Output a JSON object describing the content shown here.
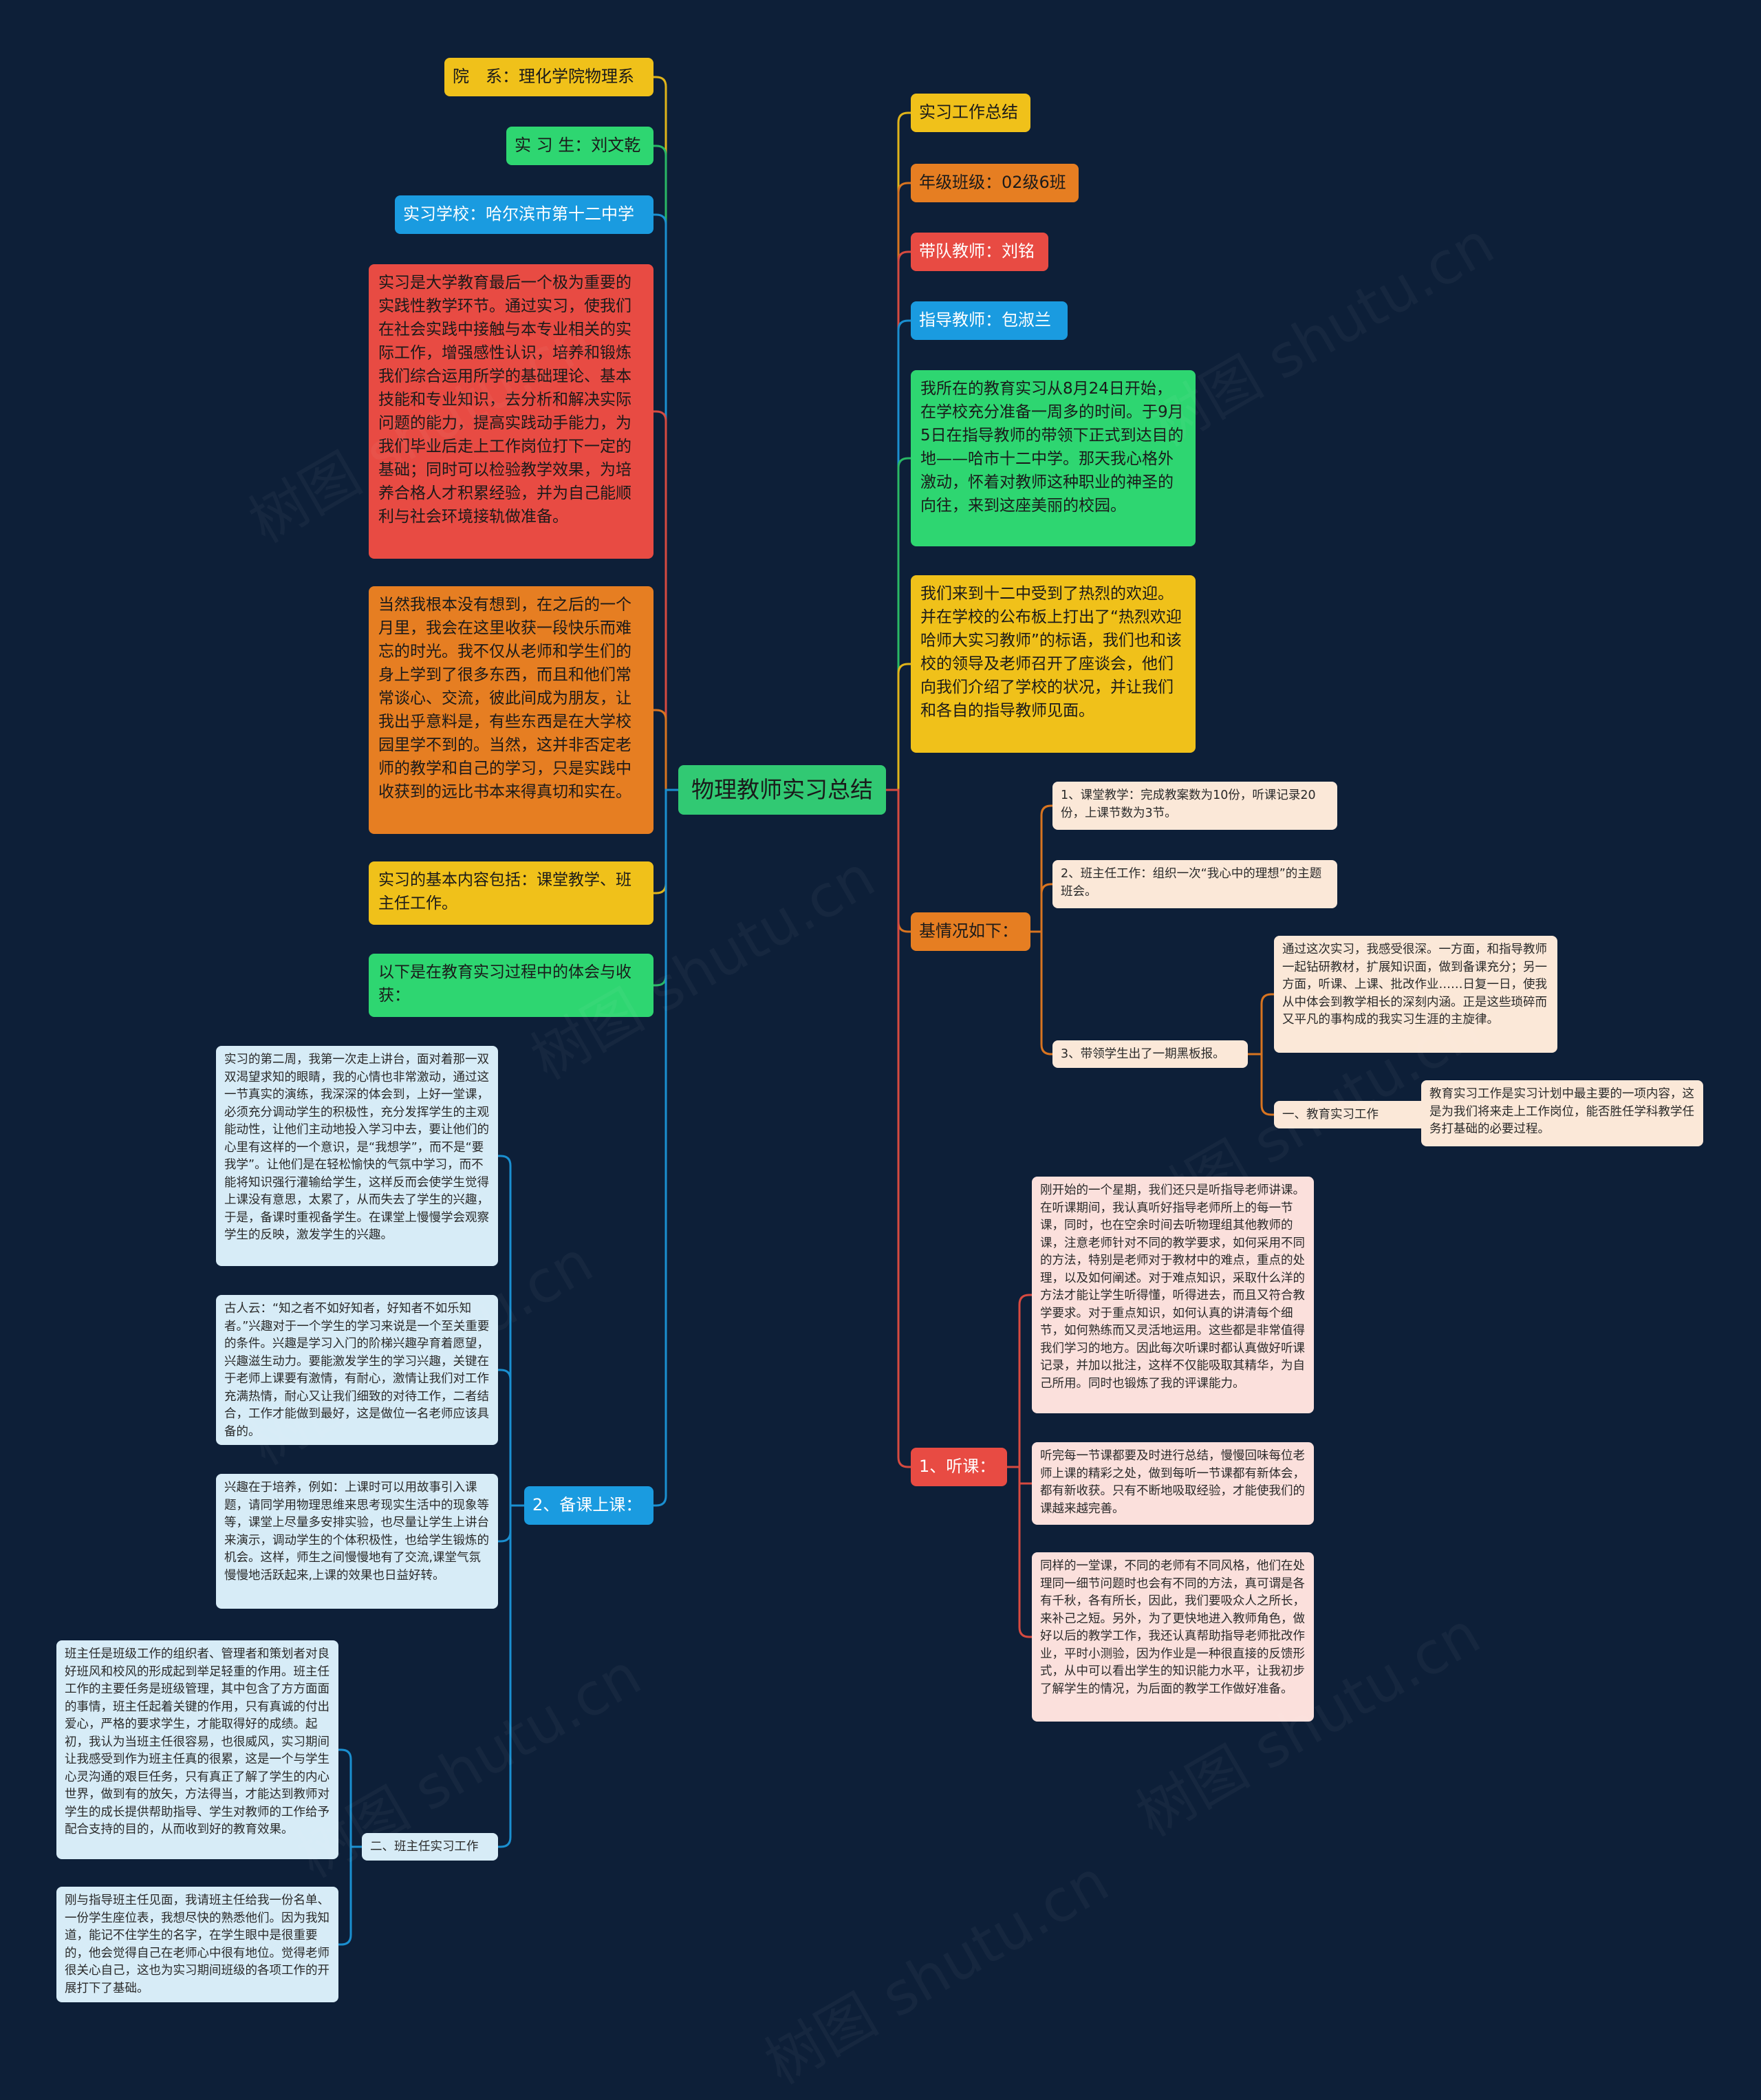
{
  "colors": {
    "background": "#0d1f38",
    "yellow": "#f0c11a",
    "green": "#2ed671",
    "blue": "#1a9be0",
    "red": "#e84b43",
    "orange": "#e67e22",
    "cream": "#fbe8d8",
    "pink": "#fbe0dc",
    "lightblue": "#d7ecf7",
    "root": "#31c973"
  },
  "root": {
    "label": "物理教师实习总结"
  },
  "left": [
    {
      "text": "院　系：理化学院物理系"
    },
    {
      "text": "实 习 生：刘文乾"
    },
    {
      "text": "实习学校：哈尔滨市第十二中学"
    },
    {
      "text": "实习是大学教育最后一个极为重要的实践性教学环节。通过实习，使我们在社会实践中接触与本专业相关的实际工作，增强感性认识，培养和锻炼我们综合运用所学的基础理论、基本技能和专业知识，去分析和解决实际问题的能力，提高实践动手能力，为我们毕业后走上工作岗位打下一定的基础；同时可以检验教学效果，为培养合格人才积累经验，并为自己能顺利与社会环境接轨做准备。"
    },
    {
      "text": "当然我根本没有想到，在之后的一个月里，我会在这里收获一段快乐而难忘的时光。我不仅从老师和学生们的身上学到了很多东西，而且和他们常常谈心、交流，彼此间成为朋友，让我出乎意料是，有些东西是在大学校园里学不到的。当然，这并非否定老师的教学和自己的学习，只是实践中收获到的远比书本来得真切和实在。"
    },
    {
      "text": "实习的基本内容包括：课堂教学、班主任工作。"
    },
    {
      "text": "以下是在教育实习过程中的体会与收获："
    },
    {
      "text": "2、备课上课："
    },
    {
      "text": "实习的第二周，我第一次走上讲台，面对着那一双双渴望求知的眼睛，我的心情也非常激动，通过这一节真实的演练，我深深的体会到，上好一堂课，必须充分调动学生的积极性，充分发挥学生的主观能动性，让他们主动地投入学习中去，要让他们的心里有这样的一个意识，是“我想学”，而不是“要我学”。让他们是在轻松愉快的气氛中学习，而不能将知识强行灌输给学生，这样反而会使学生觉得上课没有意思，太累了，从而失去了学生的兴趣，于是，备课时重视备学生。在课堂上慢慢学会观察学生的反映，激发学生的兴趣。"
    },
    {
      "text": "古人云：“知之者不如好知者，好知者不如乐知者。”兴趣对于一个学生的学习来说是一个至关重要的条件。兴趣是学习入门的阶梯兴趣孕育着愿望，兴趣滋生动力。要能激发学生的学习兴趣，关键在于老师上课要有激情，有耐心，激情让我们对工作充满热情，耐心又让我们细致的对待工作，二者结合，工作才能做到最好，这是做位一名老师应该具备的。"
    },
    {
      "text": "兴趣在于培养，例如：上课时可以用故事引入课题，请同学用物理思维来思考现实生活中的现象等等，课堂上尽量多安排实验，也尽量让学生上讲台来演示，调动学生的个体积极性，也给学生锻炼的机会。这样，师生之间慢慢地有了交流,课堂气氛慢慢地活跃起来,上课的效果也日益好转。"
    },
    {
      "text": "二、班主任实习工作"
    },
    {
      "text": "班主任是班级工作的组织者、管理者和策划者对良好班风和校风的形成起到举足轻重的作用。班主任工作的主要任务是班级管理，其中包含了方方面面的事情，班主任起着关键的作用，只有真诚的付出爱心，严格的要求学生，才能取得好的成绩。起初，我认为当班主任很容易，也很威风，实习期间让我感受到作为班主任真的很累，这是一个与学生心灵沟通的艰巨任务，只有真正了解了学生的内心世界，做到有的放矢，方法得当，才能达到教师对学生的成长提供帮助指导、学生对教师的工作给予配合支持的目的，从而收到好的教育效果。"
    },
    {
      "text": "刚与指导班主任见面，我请班主任给我一份名单、一份学生座位表，我想尽快的熟悉他们。因为我知道，能记不住学生的名字，在学生眼中是很重要的，他会觉得自己在老师心中很有地位。觉得老师很关心自己，这也为实习期间班级的各项工作的开展打下了基础。"
    }
  ],
  "right": [
    {
      "text": "实习工作总结"
    },
    {
      "text": "年级班级：02级6班"
    },
    {
      "text": "带队教师：刘铭"
    },
    {
      "text": "指导教师：包淑兰"
    },
    {
      "text": "我所在的教育实习从8月24日开始，在学校充分准备一周多的时间。于9月5日在指导教师的带领下正式到达目的地——哈市十二中学。那天我心格外激动，怀着对教师这种职业的神圣的向往，来到这座美丽的校园。"
    },
    {
      "text": "我们来到十二中受到了热烈的欢迎。并在学校的公布板上打出了“热烈欢迎哈师大实习教师”的标语，我们也和该校的领导及老师召开了座谈会，他们向我们介绍了学校的状况，并让我们和各自的指导教师见面。"
    },
    {
      "text": "基情况如下："
    },
    {
      "text": "1、课堂教学：完成教案数为10份，听课记录20份，上课节数为3节。"
    },
    {
      "text": "2、班主任工作：组织一次“我心中的理想”的主题班会。"
    },
    {
      "text": "3、带领学生出了一期黑板报。"
    },
    {
      "text": "通过这次实习，我感受很深。一方面，和指导教师一起钻研教材，扩展知识面，做到备课充分；另一方面，听课、上课、批改作业……日复一日，使我从中体会到教学相长的深刻内涵。正是这些琐碎而又平凡的事构成的我实习生涯的主旋律。"
    },
    {
      "text": "一、教育实习工作"
    },
    {
      "text": "教育实习工作是实习计划中最主要的一项内容，这是为我们将来走上工作岗位，能否胜任学科教学任务打基础的必要过程。"
    },
    {
      "text": "1、听课："
    },
    {
      "text": "刚开始的一个星期，我们还只是听指导老师讲课。在听课期间，我认真听好指导老师所上的每一节课，同时，也在空余时间去听物理组其他教师的课，注意老师针对不同的教学要求，如何采用不同的方法，特别是老师对于教材中的难点，重点的处理，以及如何阐述。对于难点知识，采取什么洋的方法才能让学生听得懂，听得进去，而且又符合教学要求。对于重点知识，如何认真的讲清每个细节，如何熟练而又灵活地运用。这些都是非常值得我们学习的地方。因此每次听课时都认真做好听课记录，并加以批注，这样不仅能吸取其精华，为自己所用。同时也锻炼了我的评课能力。"
    },
    {
      "text": "听完每一节课都要及时进行总结，慢慢回味每位老师上课的精彩之处，做到每听一节课都有新体会，都有新收获。只有不断地吸取经验，才能使我们的课越来越完善。"
    },
    {
      "text": "同样的一堂课，不同的老师有不同风格，他们在处理同一细节问题时也会有不同的方法，真可谓是各有千秋，各有所长，因此，我们要吸众人之所长，来补己之短。另外，为了更快地进入教师角色，做好以后的教学工作，我还认真帮助指导老师批改作业，平时小测验，因为作业是一种很直接的反馈形式，从中可以看出学生的知识能力水平，让我初步了解学生的情况，为后面的教学工作做好准备。"
    }
  ],
  "watermarks": [
    "树图 shutu.cn",
    "树图 shutu.cn",
    "树图 shutu.cn",
    "树图 shutu.cn",
    "树图 shutu.cn",
    "树图 shutu.cn",
    "树图 shutu.cn",
    "树图 shutu.cn"
  ]
}
